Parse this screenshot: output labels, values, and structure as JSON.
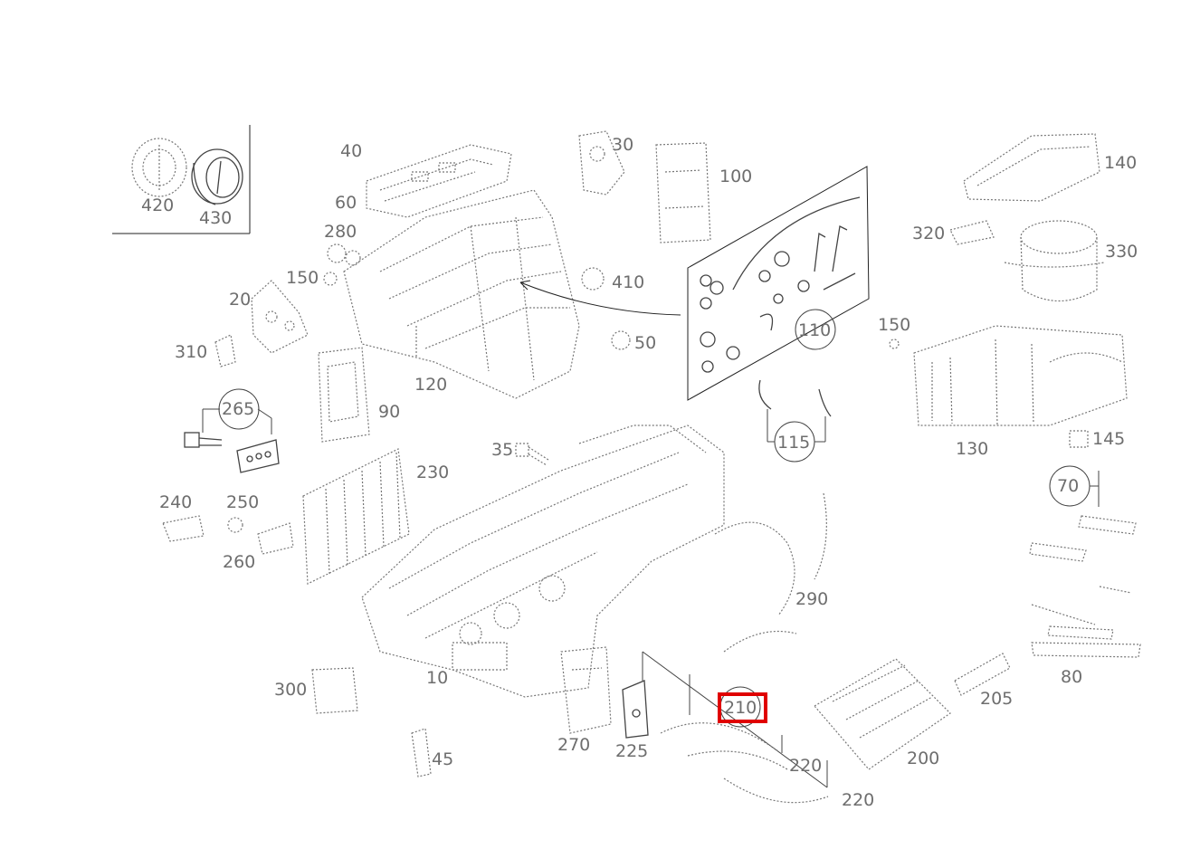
{
  "parts": [
    {
      "id": "p420",
      "label": "420"
    },
    {
      "id": "p430",
      "label": "430"
    },
    {
      "id": "p40",
      "label": "40"
    },
    {
      "id": "p60",
      "label": "60"
    },
    {
      "id": "p280",
      "label": "280"
    },
    {
      "id": "p150a",
      "label": "150"
    },
    {
      "id": "p20",
      "label": "20"
    },
    {
      "id": "p310",
      "label": "310"
    },
    {
      "id": "p265",
      "label": "265"
    },
    {
      "id": "p90",
      "label": "90"
    },
    {
      "id": "p120",
      "label": "120"
    },
    {
      "id": "p30",
      "label": "30"
    },
    {
      "id": "p100",
      "label": "100"
    },
    {
      "id": "p410",
      "label": "410"
    },
    {
      "id": "p50",
      "label": "50"
    },
    {
      "id": "p110",
      "label": "110"
    },
    {
      "id": "p115",
      "label": "115"
    },
    {
      "id": "p140",
      "label": "140"
    },
    {
      "id": "p320",
      "label": "320"
    },
    {
      "id": "p330",
      "label": "330"
    },
    {
      "id": "p150b",
      "label": "150"
    },
    {
      "id": "p130",
      "label": "130"
    },
    {
      "id": "p145",
      "label": "145"
    },
    {
      "id": "p70",
      "label": "70"
    },
    {
      "id": "p35",
      "label": "35"
    },
    {
      "id": "p230",
      "label": "230"
    },
    {
      "id": "p240",
      "label": "240"
    },
    {
      "id": "p250",
      "label": "250"
    },
    {
      "id": "p260",
      "label": "260"
    },
    {
      "id": "p290",
      "label": "290"
    },
    {
      "id": "p80",
      "label": "80"
    },
    {
      "id": "p300",
      "label": "300"
    },
    {
      "id": "p10",
      "label": "10"
    },
    {
      "id": "p210",
      "label": "210"
    },
    {
      "id": "p205",
      "label": "205"
    },
    {
      "id": "p270",
      "label": "270"
    },
    {
      "id": "p225",
      "label": "225"
    },
    {
      "id": "p220a",
      "label": "220"
    },
    {
      "id": "p200",
      "label": "200"
    },
    {
      "id": "p45",
      "label": "45"
    },
    {
      "id": "p220b",
      "label": "220"
    }
  ],
  "selected_part": "210",
  "colors": {
    "highlight": "#e00000",
    "label": "#6e6e6e",
    "line": "#222222"
  }
}
